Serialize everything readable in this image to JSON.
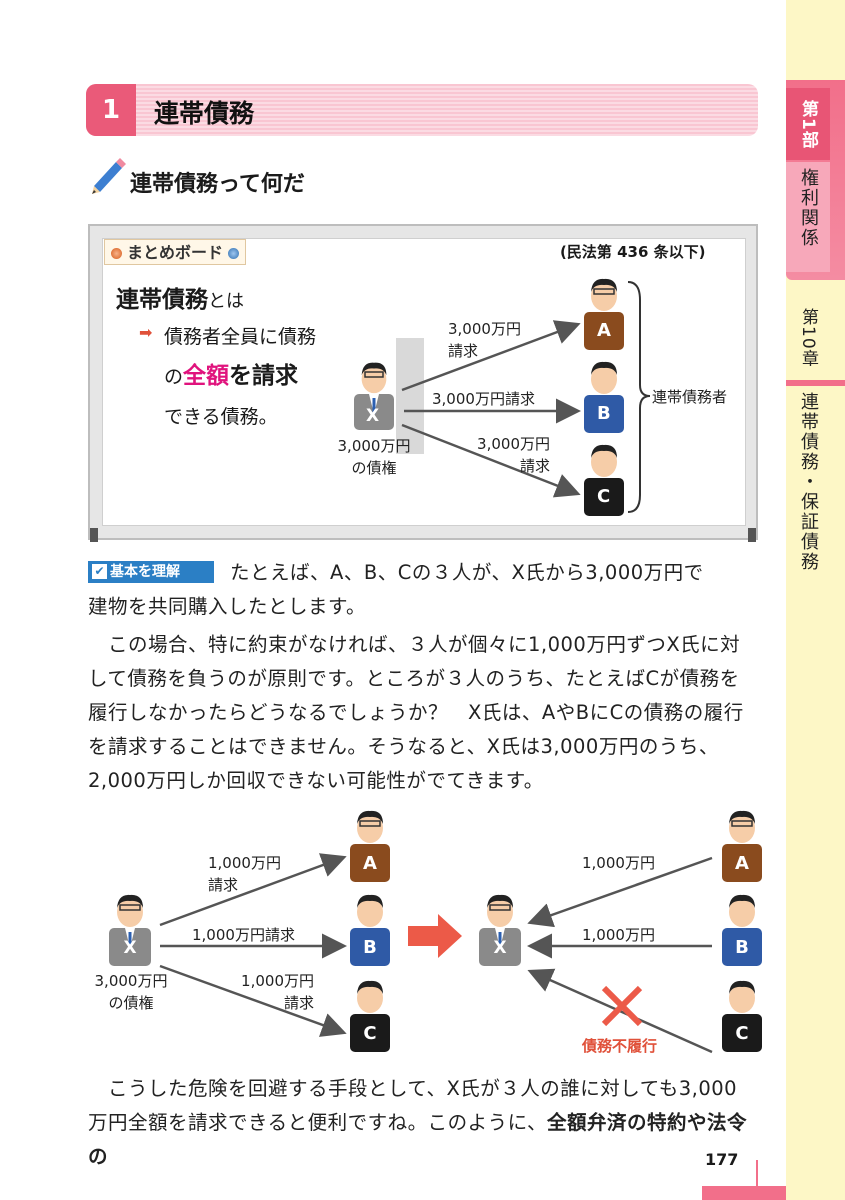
{
  "sidebar": {
    "part": "第1部",
    "part_title": "権利関係",
    "chapter": "第10章",
    "section": "連帯債務・保証債務"
  },
  "section": {
    "number": "1",
    "title": "連帯債務"
  },
  "subheading": "連帯債務って何だ",
  "board": {
    "tag": "まとめボード",
    "law_ref": "(民法第 436 条以下)",
    "term": "連帯債務",
    "term_suffix": "とは",
    "line1": "債務者全員に債務",
    "line2_pre": "の",
    "line2_pink": "全額",
    "line2_bold": "を請求",
    "line3": "できる債務。",
    "label_a_1": "3,000万円",
    "label_a_2": "請求",
    "label_b": "3,000万円請求",
    "label_c_1": "3,000万円",
    "label_c_2": "請求",
    "creditor_1": "3,000万円",
    "creditor_2": "の債権",
    "debtors_label": "連帯債務者"
  },
  "persons": {
    "x": "X",
    "a": "A",
    "b": "B",
    "c": "C"
  },
  "kihon_label": "基本を理解",
  "paragraphs": {
    "p1_l1": "たとえば、A、B、Cの３人が、X氏から3,000万円で",
    "p1_l2": "建物を共同購入したとします。",
    "p2_l1": "　この場合、特に約束がなければ、３人が個々に1,000万円ずつX氏に対",
    "p2_l2": "して債務を負うのが原則です。ところが３人のうち、たとえばCが債務を",
    "p2_l3": "履行しなかったらどうなるでしょうか？　X氏は、AやBにCの債務の履行",
    "p2_l4": "を請求することはできません。そうなると、X氏は3,000万円のうち、",
    "p2_l5": "2,000万円しか回収できない可能性がでてきます。",
    "p3_l1": "　こうした危険を回避する手段として、X氏が３人の誰に対しても3,000",
    "p3_l2_pre": "万円全額を請求できると便利ですね。このように、",
    "p3_l2_bold": "全額弁済の特約や法令の"
  },
  "diagram2": {
    "la_1": "1,000万円",
    "la_2": "請求",
    "lb": "1,000万円請求",
    "lc_1": "1,000万円",
    "lc_2": "請求",
    "creditor_1": "3,000万円",
    "creditor_2": "の債権",
    "ra": "1,000万円",
    "rb": "1,000万円",
    "rc": "債務不履行"
  },
  "page_number": "177",
  "colors": {
    "accent_pink": "#ea5a79",
    "blue_label": "#2b7fc5",
    "red": "#e0513a",
    "magenta": "#e0137d"
  }
}
